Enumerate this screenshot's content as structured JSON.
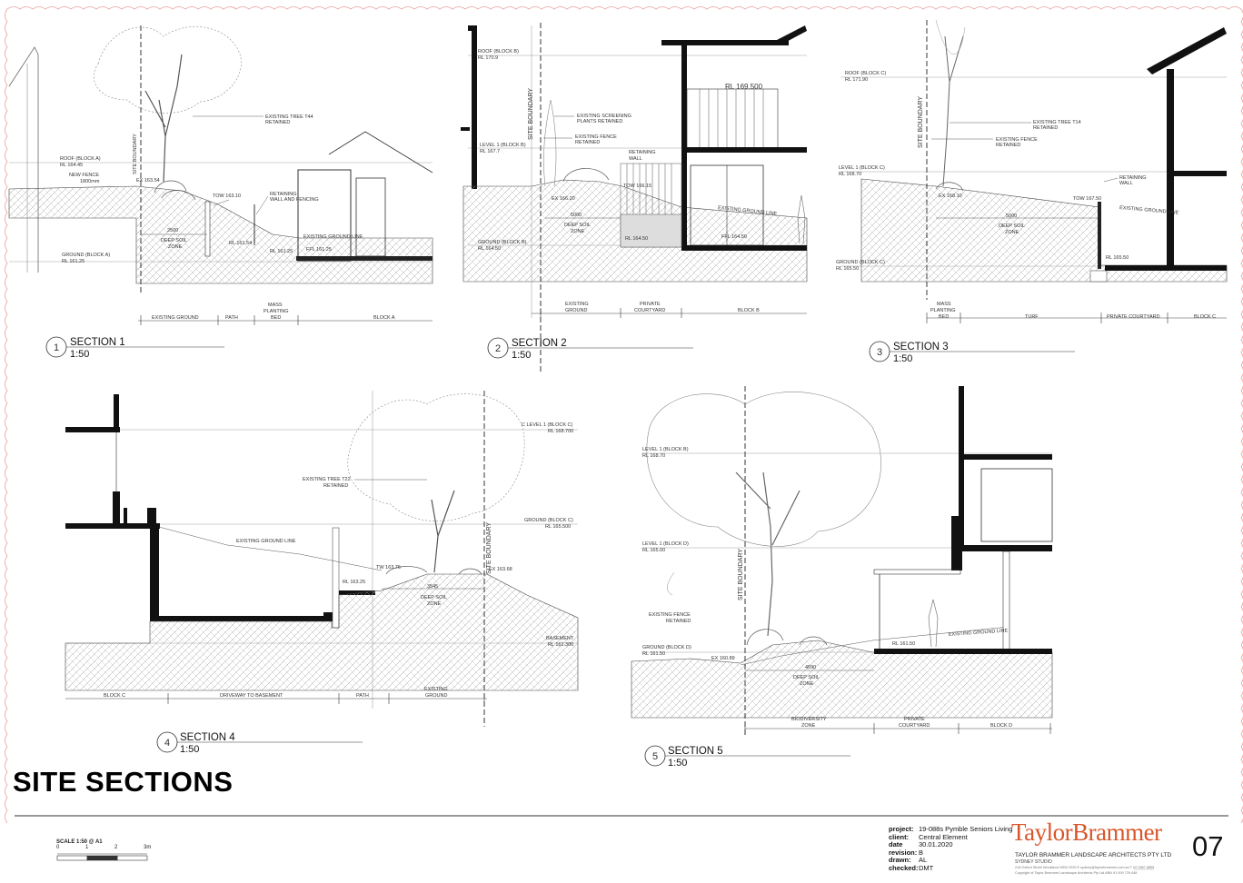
{
  "sheet": {
    "title": "SITE SECTIONS",
    "number": "07"
  },
  "scale_bar": {
    "label": "SCALE 1:50 @ A1",
    "ticks": [
      "0",
      "1",
      "2",
      "3m"
    ]
  },
  "title_block": {
    "project_label": "project:",
    "project": "19-088s Pymble Seniors Living",
    "client_label": "client:",
    "client": "Central Element",
    "date_label": "date",
    "date": "30.01.2020",
    "revision_label": "revision:",
    "revision": "B",
    "drawn_label": "drawn:",
    "drawn": "AL",
    "checked_label": "checked:",
    "checked": "DMT"
  },
  "brand": {
    "name": "TaylorBrammer",
    "company": "TAYLOR BRAMMER LANDSCAPE ARCHITECTS PTY LTD",
    "studio": "SYDNEY STUDIO",
    "address": "218 Oxford Street Woollahra NSW 2025    E sydney@taylorbrammer.com.au    T 02 9387 8855",
    "copyright": "Copyright of Taylor Brammer Landscape Architects Pty Ltd          ABN 91 009 729 448",
    "accent_color": "#d9552a"
  },
  "sections": [
    {
      "number": "1",
      "name": "SECTION 1",
      "scale": "1:50",
      "labels": {
        "site_boundary": "SITE BOUNDARY",
        "tree": "EXISTING TREE T44",
        "tree2": "RETAINED",
        "roof": "ROOF (BLOCK A)",
        "roof_rl": "RL 164.45",
        "fence": "NEW FENCE",
        "fence2": "1800mm",
        "ex": "EX 163.54",
        "tow": "TOW 163.10",
        "retaining": "RETAINING",
        "retaining2": "WALL AND FENCING",
        "egl": "EXISTING GROUND LINE",
        "dim": "2500",
        "deep": "DEEP SOIL",
        "deep2": "ZONE",
        "rl1": "RL 161.54",
        "rl2": "RL 161.25",
        "ffl": "FFL 161.25",
        "ground": "GROUND (BLOCK A)",
        "ground_rl": "RL 161.25"
      },
      "zones": [
        "EXISTING GROUND",
        "PATH",
        "MASS",
        "PLANTING",
        "BED",
        "BLOCK A"
      ]
    },
    {
      "number": "2",
      "name": "SECTION 2",
      "scale": "1:50",
      "labels": {
        "site_boundary": "SITE BOUNDARY",
        "roof": "ROOF (BLOCK B)",
        "roof_rl": "RL 170.9",
        "rl_top": "RL 169.500",
        "screen": "EXISTING SCREENING",
        "screen2": "PLANTS RETAINED",
        "fence": "EXISTING FENCE",
        "fence2": "RETAINED",
        "level1": "LEVEL 1 (BLOCK B)",
        "level1_rl": "RL 167.7",
        "retaining": "RETAINING",
        "retaining2": "WALL",
        "tow": "TOW 166.15",
        "ex": "EX 166.20",
        "egl": "EXISTING GROUND LINE",
        "dim": "5000",
        "deep": "DEEP SOIL",
        "deep2": "ZONE",
        "ground": "GROUND (BLOCK B)",
        "ground_rl": "RL 164.50",
        "rl1": "RL 164.50",
        "ffl": "FFL 164.50"
      },
      "zones": [
        "EXISTING",
        "GROUND",
        "PRIVATE",
        "COURTYARD",
        "BLOCK B"
      ]
    },
    {
      "number": "3",
      "name": "SECTION 3",
      "scale": "1:50",
      "labels": {
        "site_boundary": "SITE BOUNDARY",
        "roof": "ROOF (BLOCK C)",
        "roof_rl": "RL 171.90",
        "tree": "EXISTING TREE T14",
        "tree2": "RETAINED",
        "fence": "EXISTING FENCE",
        "fence2": "RETAINED",
        "level1": "LEVEL 1 (BLOCK C)",
        "level1_rl": "RL 168.70",
        "retaining": "RETAINING",
        "retaining2": "WALL",
        "ex": "EX 168.10",
        "tow": "TOW 167.50",
        "egl": "EXISTING GROUND LINE",
        "dim": "5000",
        "deep": "DEEP SOIL",
        "deep2": "ZONE",
        "ground": "GROUND (BLOCK C)",
        "ground_rl": "RL 165.50",
        "rl1": "RL 165.50"
      },
      "zones": [
        "MASS",
        "PLANTING",
        "BED",
        "TURF",
        "PRIVATE COURTYARD",
        "BLOCK C"
      ]
    },
    {
      "number": "4",
      "name": "SECTION 4",
      "scale": "1:50",
      "labels": {
        "site_boundary": "SITE BOUNDARY",
        "level1": "C LEVEL 1 (BLOCK C)",
        "level1_rl": "RL 168.700",
        "tree": "EXISTING TREE T22",
        "tree2": "RETAINED",
        "ground": "GROUND (BLOCK C)",
        "ground_rl": "RL 165.500",
        "egl": "EXISTING GROUND LINE",
        "tw": "TW 163.75",
        "ex": "EX 163.68",
        "rl1": "RL 163.25",
        "dim": "3545",
        "deep": "DEEP SOIL",
        "deep2": "ZONE",
        "basement": "BASEMENT",
        "basement_rl": "RL 161.300"
      },
      "zones": [
        "BLOCK C",
        "DRIVEWAY TO BASEMENT",
        "PATH",
        "EXISTING",
        "GROUND"
      ]
    },
    {
      "number": "5",
      "name": "SECTION 5",
      "scale": "1:50",
      "labels": {
        "site_boundary": "SITE BOUNDARY",
        "level1b": "LEVEL 1 (BLOCK B)",
        "level1b_rl": "RL 168.70",
        "level1d": "LEVEL 1 (BLOCK D)",
        "level1d_rl": "RL 165.00",
        "fence": "EXISTING FENCE",
        "fence2": "RETAINED",
        "ground": "GROUND (BLOCK D)",
        "ground_rl": "RL 161.50",
        "ex": "EX 160.89",
        "rl1": "RL 161.50",
        "egl": "EXISTING GROUND LINE",
        "dim": "4590",
        "deep": "DEEP SOIL",
        "deep2": "ZONE"
      },
      "zones": [
        "BIODIVERSITY",
        "ZONE",
        "PRIVATE",
        "COURTYARD",
        "BLOCK D"
      ]
    }
  ]
}
